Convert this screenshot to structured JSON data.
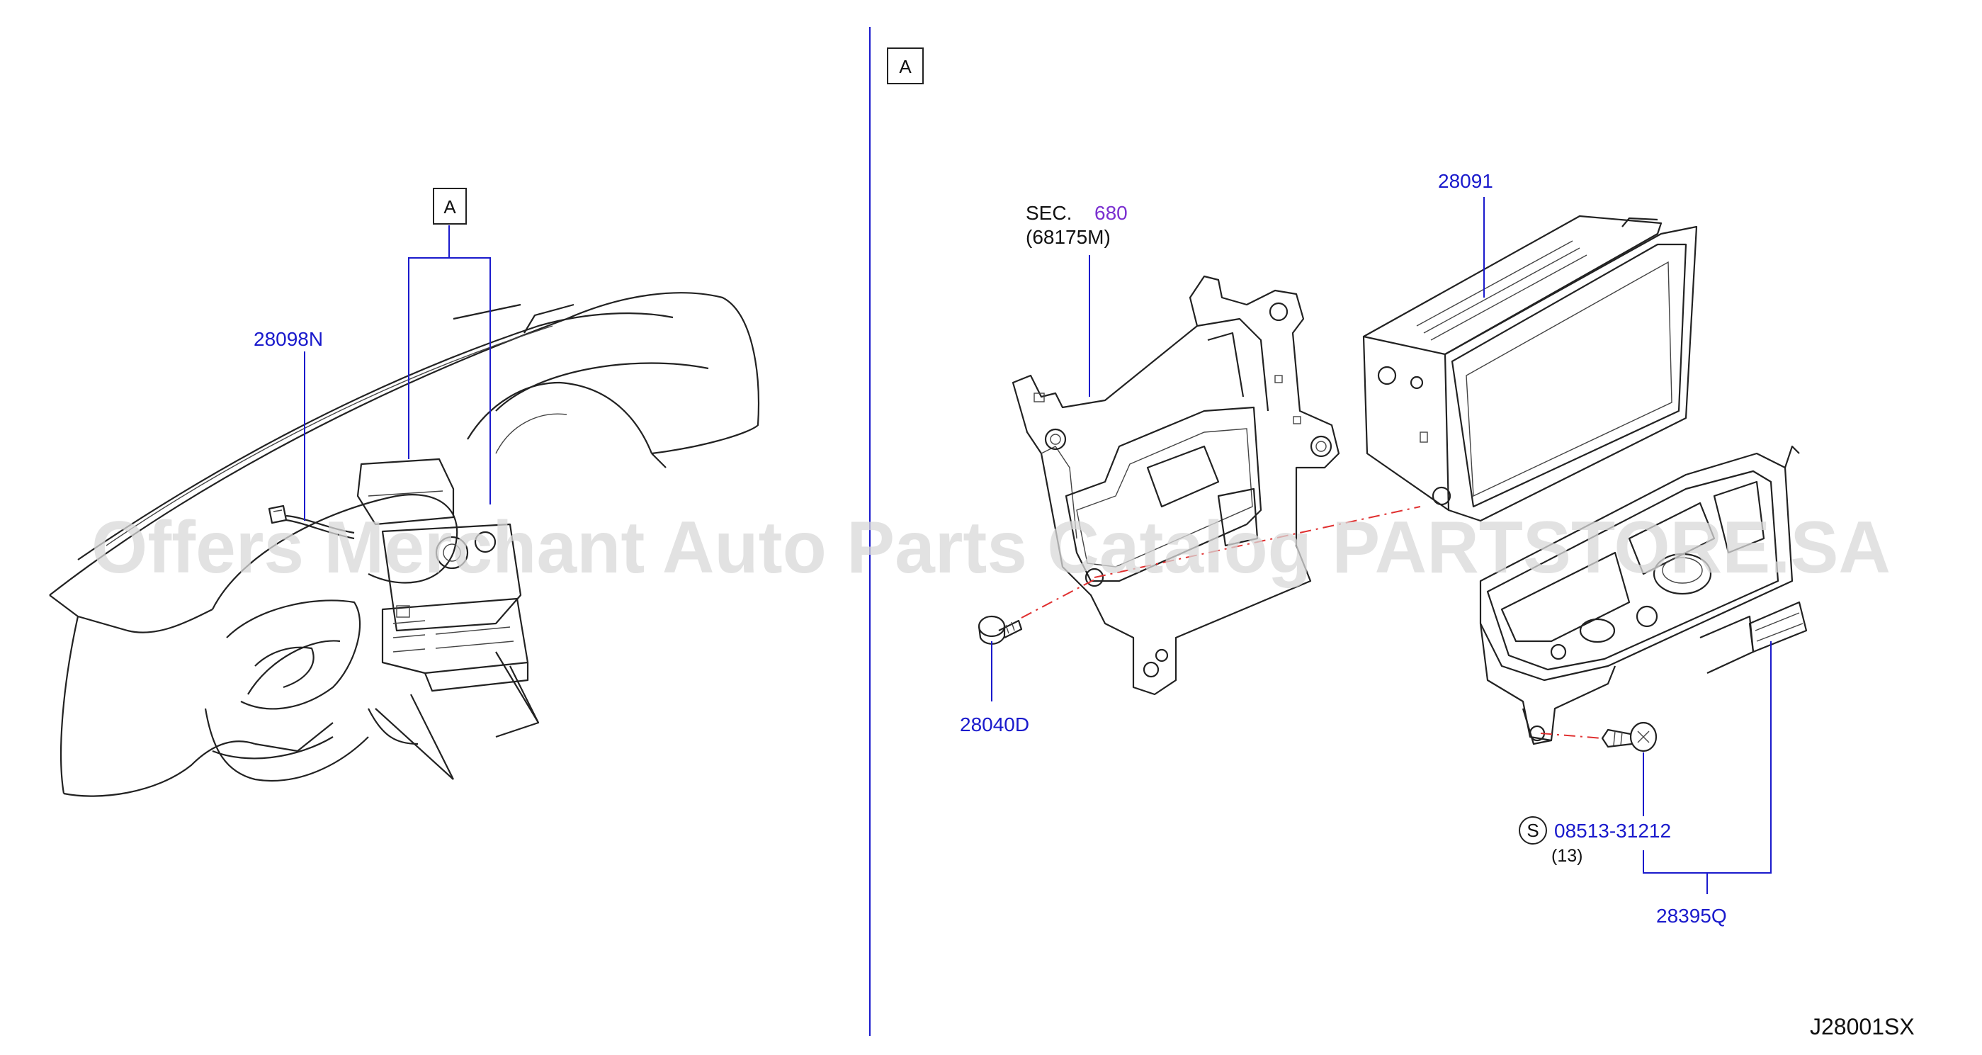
{
  "diagram": {
    "code": "J28001SX",
    "view_marker": "A",
    "watermark": "Offers Merchant Auto Parts Catalog PARTSTORE.SA",
    "colors": {
      "part_number": "#1a1acc",
      "section_ref": "#7a2fd0",
      "fastener_dash": "#e03030",
      "divider": "#1a1acc"
    },
    "parts": {
      "harness": "28098N",
      "display": "28091",
      "screw": "28040D",
      "bolt": "08513-31212",
      "bolt_qty": "(13)",
      "control_unit": "28395Q"
    },
    "section_ref": {
      "prefix": "SEC.",
      "number": "680",
      "part": "(68175M)"
    },
    "standard_symbol": "S"
  }
}
